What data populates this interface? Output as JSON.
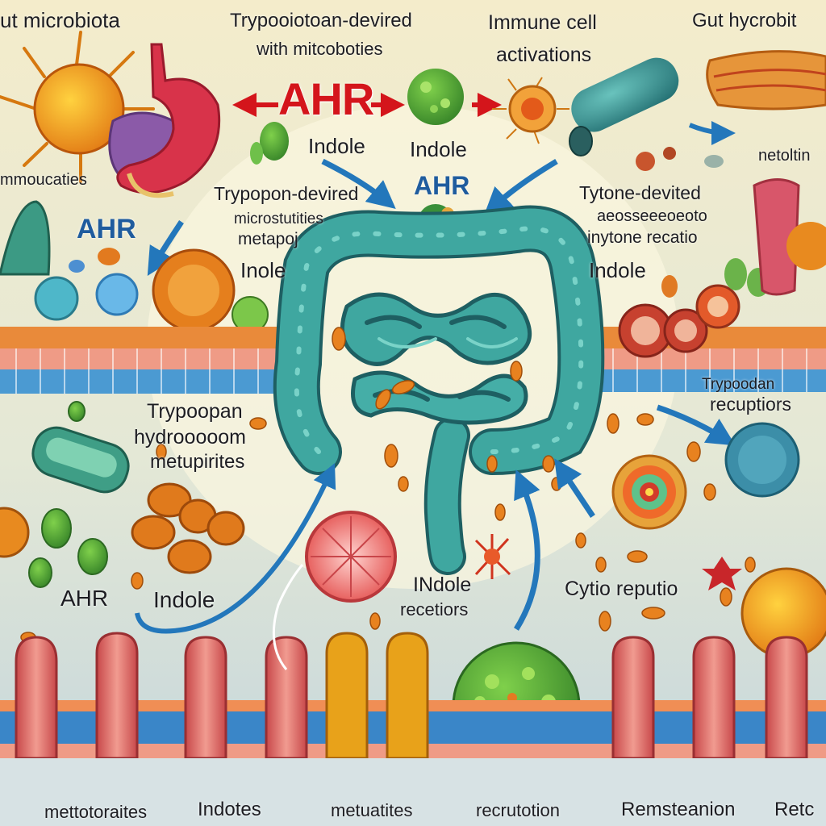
{
  "labels": {
    "gut_microbiota_left": "ut microbiota",
    "tryptophan_top": "Trypooiotoan-devired",
    "tryptophan_top_line2": "with mitcoboties",
    "immune_cell": "Immune cell",
    "immune_cell_line2": "activations",
    "gut_microbiota_right": "Gut hycrobit",
    "mmoucaties": "mmoucaties",
    "ahr_red_center": "AHR",
    "indole_top_left": "Indole",
    "indole_top_center": "Indole",
    "ahr_blue_center": "AHR",
    "netoltin": "netoltin",
    "ahr_blue_left": "AHR",
    "trypopon_devired": "Trypopon-devired",
    "microstutities": "microstutities",
    "metapoj": "metapoj",
    "indole_mid_left": "Inole",
    "tytone_devited": "Tytone-devited",
    "garbled_line": "aeosseeeoeoto",
    "inytone_recatio": "inytone recatio",
    "indole_mid_right": "Indole",
    "trypoodan_right": "Trypoodan",
    "recuptiors": "recuptiors",
    "trypoopan": "Trypoopan",
    "hydrooooom": "hydrooooom",
    "metupirites": "metupirites",
    "ahr_bottom_left": "AHR",
    "indole_bottom_left": "Indole",
    "indole_receptors": "INdole",
    "indole_receptors_line2": "recetiors",
    "cytio_reputio": "Cytio reputio",
    "bottom_metotoraites": "mettotoraites",
    "bottom_indotes": "Indotes",
    "bottom_metuatites": "metuatites",
    "bottom_recrutotion": "recrutotion",
    "bottom_remstanion": "Remsteanion",
    "bottom_retc": "Retc"
  },
  "colors": {
    "background_top": "#f4eccb",
    "background_mid": "#dfe6d6",
    "background_bottom": "#c8d7dd",
    "intestine": "#3b9e98",
    "intestine_dark": "#1e5f62",
    "arrow_blue": "#2377bb",
    "arrow_red": "#d4151b",
    "stomach": "#d8334a",
    "villi": "#df7a74",
    "mucosa_blue": "#3a86c8",
    "orange_particle": "#e8821f"
  },
  "icons": [
    "stomach-icon",
    "liver-icon",
    "bacterium-icon",
    "immune-cell-icon",
    "intestine-icon",
    "villi-icon",
    "arrow-icon"
  ]
}
